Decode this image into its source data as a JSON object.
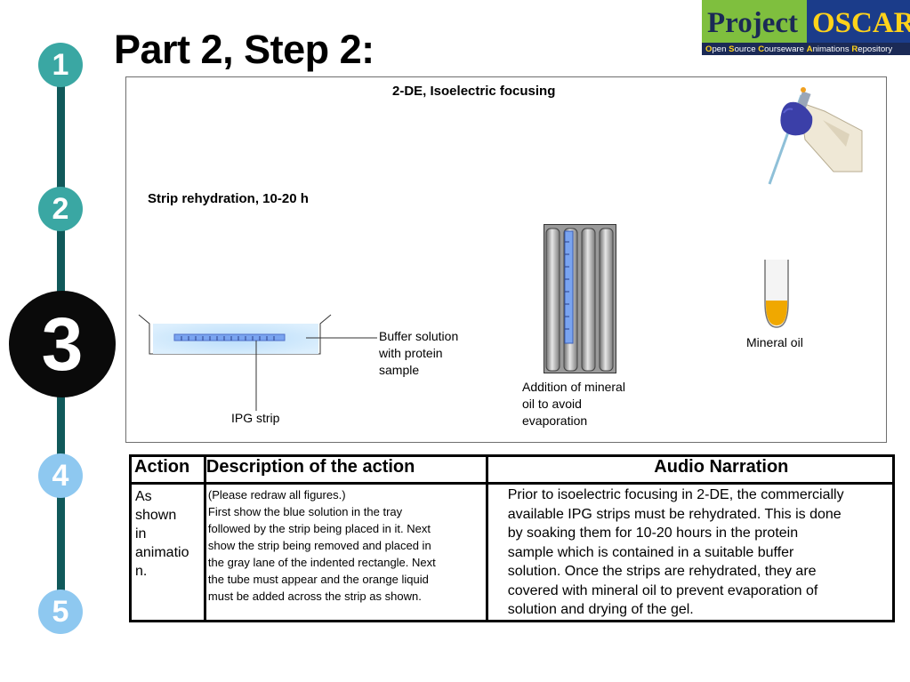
{
  "slide": {
    "title": "Part 2, Step 2:",
    "steps": [
      "1",
      "2",
      "3",
      "4",
      "5"
    ],
    "current_step": "3"
  },
  "logo": {
    "line1": "Project",
    "line2": "OSCAR",
    "tagline_parts": [
      "O",
      "pen ",
      "S",
      "ource ",
      "C",
      "ourseware ",
      "A",
      "nimations ",
      "R",
      "epository"
    ]
  },
  "figure": {
    "heading": "2-DE, Isoelectric focusing",
    "subheading": "Strip rehydration, 10-20 h",
    "labels": {
      "buffer_1": "Buffer solution",
      "buffer_2": "with protein",
      "buffer_3": "sample",
      "ipg_strip": "IPG strip",
      "addition_1": "Addition of mineral",
      "addition_2": "oil to avoid",
      "addition_3": "evaporation",
      "mineral_oil": "Mineral oil"
    },
    "colors": {
      "buffer": "#cfe7fb",
      "strip": "#7aa4f0",
      "oil": "#f0a800",
      "lane": "#9a9a9a"
    }
  },
  "table": {
    "headers": {
      "action": "Action",
      "description": "Description of the action",
      "narration": "Audio Narration"
    },
    "action_text": "As shown in animation.",
    "action_lines": [
      "As",
      "shown",
      "in",
      "animatio",
      "n."
    ],
    "description_lines": [
      "(Please redraw all figures.)",
      "First show the blue solution in the tray",
      "followed by the strip being placed in it. Next",
      "show the strip being removed and placed in",
      "the gray lane of the indented rectangle. Next",
      "the tube must appear and the orange liquid",
      "must be added across the strip as shown."
    ],
    "narration_lines": [
      "Prior to isoelectric focusing in 2-DE, the commercially",
      "available IPG strips must be rehydrated. This is done",
      "by soaking them for 10-20 hours in the protein",
      "sample which is contained in a suitable buffer",
      "solution. Once the strips are rehydrated, they are",
      "covered with mineral oil to prevent evaporation of",
      "solution and drying of the gel."
    ]
  }
}
